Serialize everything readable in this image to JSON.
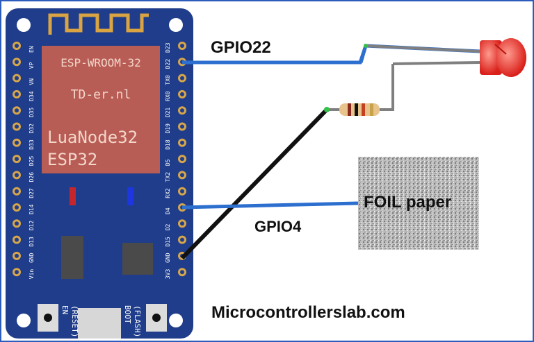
{
  "board": {
    "module": "ESP-WROOM-32",
    "maker": "TD-er.nl",
    "name_line1": "LuaNode32",
    "name_line2": "ESP32",
    "left_pins": [
      "EN",
      "VP",
      "VN",
      "D34",
      "D35",
      "D32",
      "D33",
      "D25",
      "D26",
      "D27",
      "D14",
      "D12",
      "D13",
      "GND",
      "Vin"
    ],
    "right_pins": [
      "D23",
      "D22",
      "TX0",
      "RX0",
      "D21",
      "D19",
      "D18",
      "D5",
      "TX2",
      "RX2",
      "D4",
      "D2",
      "D15",
      "GND",
      "3V3"
    ],
    "button_left": [
      "EN",
      "(RESET)"
    ],
    "button_right": [
      "BOOT",
      "(FLASH)"
    ]
  },
  "labels": {
    "gpio22": "GPIO22",
    "gpio4": "GPIO4",
    "foil": "FOIL paper",
    "site": "Microcontrollerslab.com"
  },
  "colors": {
    "board": "#1f3d8a",
    "chip": "#b85c56",
    "blue_wire": "#2d6fcf",
    "black_wire": "#111111",
    "grey_wire": "#7f7f7f",
    "led": "#e8302a"
  }
}
